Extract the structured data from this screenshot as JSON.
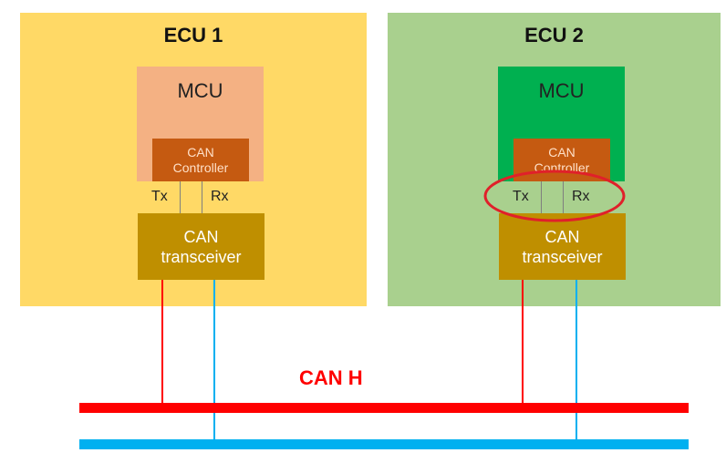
{
  "colors": {
    "ecu1_bg": "#ffd966",
    "ecu2_bg": "#a9d08e",
    "mcu1_bg": "#f4b183",
    "mcu2_bg": "#00b050",
    "controller_bg": "#c55a11",
    "transceiver_bg": "#bf8f00",
    "can_h": "#ff0000",
    "can_l": "#00b0f0",
    "highlight": "#e0202a"
  },
  "ecus": [
    {
      "title": "ECU 1",
      "mcu_label": "MCU",
      "controller_lines": [
        "CAN",
        "Controller"
      ],
      "tx_label": "Tx",
      "rx_label": "Rx",
      "transceiver_lines": [
        "CAN",
        "transceiver"
      ]
    },
    {
      "title": "ECU 2",
      "mcu_label": "MCU",
      "controller_lines": [
        "CAN",
        "Controller"
      ],
      "tx_label": "Tx",
      "rx_label": "Rx",
      "transceiver_lines": [
        "CAN",
        "transceiver"
      ]
    }
  ],
  "bus": {
    "can_h_label": "CAN H"
  }
}
